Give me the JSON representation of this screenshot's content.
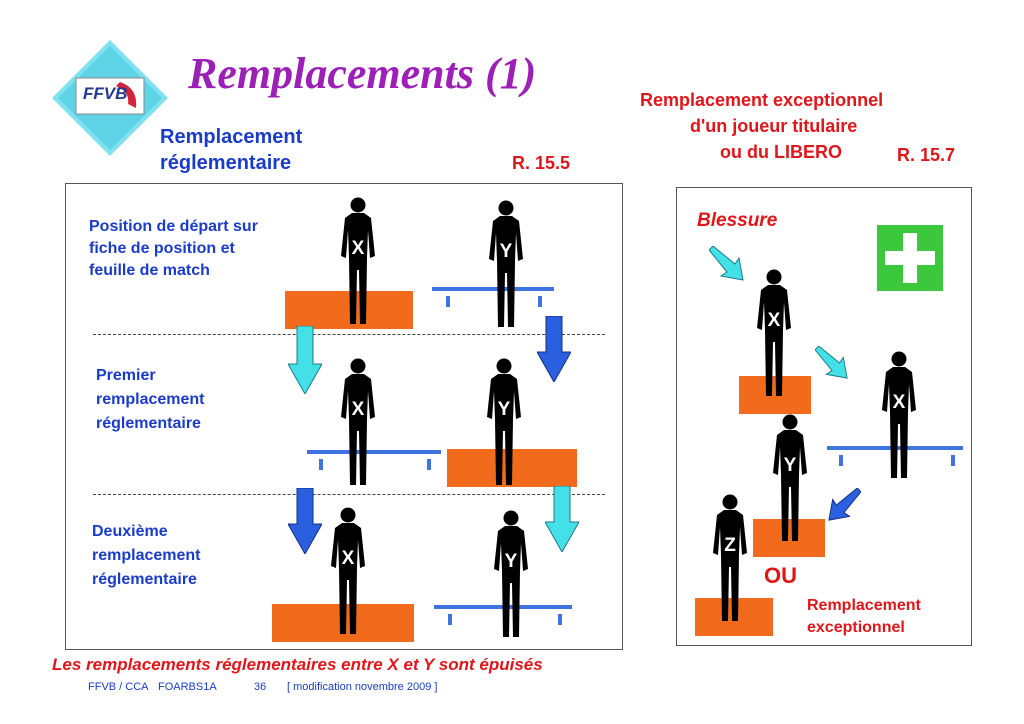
{
  "logo_text": "FFVB",
  "title": "Remplacements (1)",
  "left_heading": [
    "Remplacement",
    "réglementaire"
  ],
  "rule_left": "R. 15.5",
  "right_heading": [
    "Remplacement exceptionnel",
    "d'un joueur titulaire",
    "ou du LIBERO"
  ],
  "rule_right": "R. 15.7",
  "rows": [
    {
      "label": [
        "Position de départ sur",
        "fiche de position et",
        "feuille de match"
      ],
      "left_player": "X",
      "right_player": "Y"
    },
    {
      "label": [
        "Premier",
        "remplacement",
        "réglementaire"
      ],
      "left_player": "X",
      "right_player": "Y"
    },
    {
      "label": [
        "Deuxième",
        "remplacement",
        "réglementaire"
      ],
      "left_player": "X",
      "right_player": "Y"
    }
  ],
  "injury_label": "Blessure",
  "right_players": {
    "injured": "X",
    "bench": "X",
    "sub_y": "Y",
    "sub_z": "Z"
  },
  "or_label": "OU",
  "exceptional_label": [
    "Remplacement",
    "exceptionnel"
  ],
  "conclusion": "Les remplacements réglementaires entre X et Y sont épuisés",
  "footer": {
    "org": "FFVB / CCA",
    "code": "FOARBS1A",
    "page": "36",
    "note": "[ modification novembre 2009 ]"
  },
  "colors": {
    "title": "#9c1fb8",
    "blue_text": "#1a3cc8",
    "red_text": "#e0161b",
    "court_pad": "#f26b1d",
    "bench": "#3f74e0",
    "cross": "#3cc83c",
    "arrow_light": "#44e0e8",
    "arrow_dark": "#2a5fe0"
  },
  "icons": [
    "ffvb-logo",
    "player-silhouette-icon",
    "first-aid-cross-icon",
    "down-arrow-icon",
    "diagonal-arrow-icon"
  ]
}
